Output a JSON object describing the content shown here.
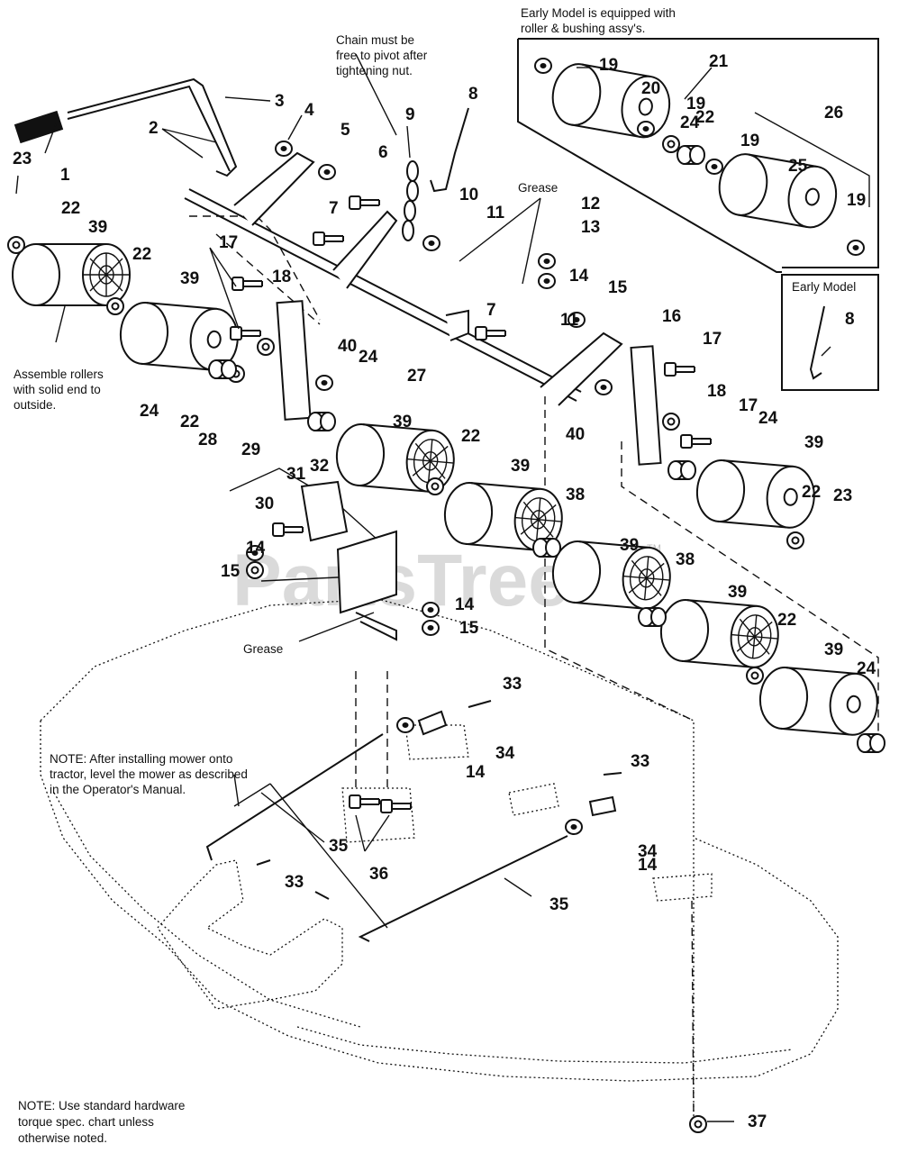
{
  "notes": {
    "early_model_header": [
      "Early Model is equipped with",
      "roller & bushing assy's."
    ],
    "chain_note": [
      "Chain must be",
      "free to pivot after",
      "tightening nut."
    ],
    "grease_top": "Grease",
    "grease_bottom": "Grease",
    "early_model_box": "Early Model",
    "assemble_rollers": [
      "Assemble rollers",
      "with solid end to",
      "outside."
    ],
    "level_note": [
      "NOTE: After installing mower onto",
      "tractor, level the mower as described",
      "in the Operator's Manual."
    ],
    "torque_note": [
      "NOTE: Use standard hardware",
      "torque spec. chart unless",
      "otherwise noted."
    ]
  },
  "watermark": {
    "text": "PartsTree",
    "tm": "TM"
  },
  "callouts": [
    {
      "n": "1"
    },
    {
      "n": "2"
    },
    {
      "n": "3"
    },
    {
      "n": "4"
    },
    {
      "n": "5"
    },
    {
      "n": "6"
    },
    {
      "n": "7"
    },
    {
      "n": "7"
    },
    {
      "n": "8"
    },
    {
      "n": "8"
    },
    {
      "n": "9"
    },
    {
      "n": "10"
    },
    {
      "n": "11"
    },
    {
      "n": "11"
    },
    {
      "n": "12"
    },
    {
      "n": "13"
    },
    {
      "n": "14"
    },
    {
      "n": "14"
    },
    {
      "n": "14"
    },
    {
      "n": "14"
    },
    {
      "n": "14"
    },
    {
      "n": "15"
    },
    {
      "n": "15"
    },
    {
      "n": "15"
    },
    {
      "n": "16"
    },
    {
      "n": "17"
    },
    {
      "n": "17"
    },
    {
      "n": "17"
    },
    {
      "n": "18"
    },
    {
      "n": "18"
    },
    {
      "n": "19"
    },
    {
      "n": "19"
    },
    {
      "n": "19"
    },
    {
      "n": "19"
    },
    {
      "n": "20"
    },
    {
      "n": "21"
    },
    {
      "n": "22"
    },
    {
      "n": "22"
    },
    {
      "n": "22"
    },
    {
      "n": "22"
    },
    {
      "n": "22"
    },
    {
      "n": "22"
    },
    {
      "n": "22"
    },
    {
      "n": "23"
    },
    {
      "n": "23"
    },
    {
      "n": "24"
    },
    {
      "n": "24"
    },
    {
      "n": "24"
    },
    {
      "n": "24"
    },
    {
      "n": "24"
    },
    {
      "n": "25"
    },
    {
      "n": "26"
    },
    {
      "n": "27"
    },
    {
      "n": "28"
    },
    {
      "n": "29"
    },
    {
      "n": "30"
    },
    {
      "n": "31"
    },
    {
      "n": "32"
    },
    {
      "n": "33"
    },
    {
      "n": "33"
    },
    {
      "n": "33"
    },
    {
      "n": "34"
    },
    {
      "n": "34"
    },
    {
      "n": "35"
    },
    {
      "n": "35"
    },
    {
      "n": "36"
    },
    {
      "n": "37"
    },
    {
      "n": "38"
    },
    {
      "n": "38"
    },
    {
      "n": "39"
    },
    {
      "n": "39"
    },
    {
      "n": "39"
    },
    {
      "n": "39"
    },
    {
      "n": "39"
    },
    {
      "n": "39"
    },
    {
      "n": "39"
    },
    {
      "n": "39"
    },
    {
      "n": "40"
    },
    {
      "n": "40"
    }
  ]
}
